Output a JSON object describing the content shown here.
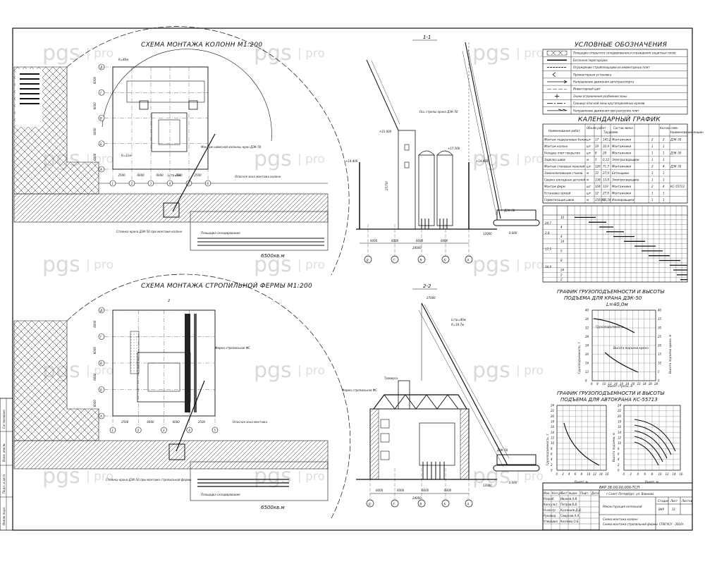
{
  "watermark": {
    "main": "pgs",
    "sub": "pro"
  },
  "plans": {
    "columns": {
      "title": "СХЕМА МОНТАЖА КОЛОНН М1:200",
      "axes_rows": [
        "Д",
        "Г",
        "В",
        "Б",
        "А"
      ],
      "axes_cols": [
        "1",
        "2",
        "3",
        "4",
        "5",
        "6"
      ],
      "row_dims": [
        "6000",
        "6000",
        "6000",
        "6000"
      ],
      "col_dims": [
        "2500",
        "6000",
        "6000",
        "2500",
        "2500"
      ],
      "radius_top": "R=40м",
      "radius_crane": "R=11м",
      "crane_parking": "Lстр=4м",
      "danger_zone": "6500кв.м",
      "note_column": "Монтаж навесной колонны кран ДЭК-50",
      "note_crane": "Стоянка крана ДЭК-50 при монтаже колонн",
      "note_storage": "Площадка складирования",
      "note_zone": "Опасная зона монтажа колонн"
    },
    "truss": {
      "title": "СХЕМА МОНТАЖА СТРОПИЛЬНОЙ ФЕРМЫ М1:200",
      "axes_rows": [
        "Д",
        "Г",
        "В",
        "Б",
        "А"
      ],
      "axes_cols": [
        "1",
        "2",
        "3",
        "4",
        "5"
      ],
      "row_dims": [
        "6000",
        "6000",
        "6000",
        "6000"
      ],
      "col_dims": [
        "2500",
        "6000",
        "6000",
        "2500"
      ],
      "section_mark": "2",
      "danger_zone": "6500кв.м",
      "note_truss": "Ферма стропильная ФС",
      "note_zone": "Опасная зона монтажа",
      "note_crane": "Стоянка крана ДЭК-50 при монтаже стропильной фермы",
      "note_storage": "Площадка складирования"
    }
  },
  "sections": {
    "s11": {
      "title": "1-1",
      "dims": [
        "6000",
        "6000",
        "6000",
        "6000",
        "12000"
      ],
      "total": "24000",
      "axes": [
        "Д",
        "Г",
        "В",
        "Б",
        "А"
      ],
      "elev_top": "+21.000",
      "elev_mid": "+17.500",
      "elev_left": "+14.400",
      "elev_right": "+14.400",
      "zero": "0.000",
      "crane": "ДЭК-50",
      "height_dim": "25750",
      "note": "Ось стрелы крана ДЭК-50"
    },
    "s22": {
      "title": "2-2",
      "dims": [
        "6000",
        "6000",
        "6000",
        "6000",
        "12000"
      ],
      "total": "24000",
      "axes": [
        "Д",
        "Г",
        "В",
        "Б",
        "А"
      ],
      "boom": "Lстр=40м",
      "reach": "R=18.7м",
      "crane": "ДЭК-50",
      "truss_label": "Ферма стропильная ФС",
      "traverse": "Траверса",
      "height": "27000",
      "zero": "0.000"
    }
  },
  "legend": {
    "title": "УСЛОВНЫЕ ОБОЗНАЧЕНИЯ",
    "items": [
      "Площадка открытого складирования и ограждения защитных полос",
      "Бетонная перегородка",
      "Ограждение стройплощадки из инвентарных плит",
      "Прожекторная установка",
      "Направление движения автотранспорта",
      "Инвентарный щит",
      "Знаки ограничения разбиения зоны",
      "Граница опасной зоны кругоподъемных кранов",
      "Направление движения при разгрузке плит"
    ]
  },
  "calendar": {
    "title": "КАЛЕНДАРНЫЙ ГРАФИК",
    "headers": [
      "Наименование работ",
      "Объем работ",
      "Трудоемк.",
      "Состав звена",
      "Кол-во смен",
      "Наименование машин"
    ],
    "rows": [
      {
        "name": "Монтаж подкрановых балок",
        "unit": "шт",
        "qty": "17",
        "labor": "145,2",
        "team": "Монтажники",
        "shifts": "2",
        "crew": "2",
        "machine": "ДЭК-50"
      },
      {
        "name": "Монтаж колонн",
        "unit": "шт",
        "qty": "19",
        "labor": "10,9",
        "team": "Монтажники",
        "shifts": "1",
        "crew": "1",
        "machine": ""
      },
      {
        "name": "Укладка плит покрытия",
        "unit": "шт",
        "qty": "8",
        "labor": "28",
        "team": "Монтажники",
        "shifts": "1",
        "crew": "1",
        "machine": "ДЭК-50"
      },
      {
        "name": "Заделка швов",
        "unit": "м",
        "qty": "5",
        "labor": "0,13",
        "team": "Электросварщики",
        "shifts": "1",
        "crew": "1",
        "machine": ""
      },
      {
        "name": "Монтаж стеновых панелей",
        "unit": "шт",
        "qty": "126",
        "labor": "71,7",
        "team": "Монтажники",
        "shifts": "2",
        "crew": "4",
        "machine": "ДЭК-50"
      },
      {
        "name": "Замоноличивание стыков",
        "unit": "м",
        "qty": "72",
        "labor": "27,9",
        "team": "Бетонщики",
        "shifts": "1",
        "crew": "1",
        "machine": ""
      },
      {
        "name": "Сварка закладных деталей",
        "unit": "м",
        "qty": "138",
        "labor": "13,8",
        "team": "Электросварщики",
        "shifts": "1",
        "crew": "1",
        "machine": ""
      },
      {
        "name": "Монтаж ферм",
        "unit": "шт",
        "qty": "104",
        "labor": "119",
        "team": "Монтажники",
        "shifts": "2",
        "crew": "4",
        "machine": "КС-55713"
      },
      {
        "name": "Установка связей",
        "unit": "шт",
        "qty": "12",
        "labor": "27,6",
        "team": "Монтажники",
        "shifts": "1",
        "crew": "1",
        "machine": ""
      },
      {
        "name": "Герметизация швов",
        "unit": "м",
        "qty": "158,46",
        "labor": "10,54",
        "team": "Изолировщики",
        "shifts": "1",
        "crew": "1",
        "machine": ""
      }
    ],
    "gantt_labels": [
      "24,7",
      "2,8",
      "17,5",
      "34,9"
    ],
    "gantt_days": [
      "10",
      "",
      "4",
      "",
      "4",
      "14",
      "",
      "5",
      "",
      "8",
      "",
      "24",
      "2",
      "2"
    ]
  },
  "graph1": {
    "title_line1": "ГРАФИК ГРУЗОПОДЪЕМНОСТИ И ВЫСОТЫ",
    "title_line2": "ПОДЪЕМА ДЛЯ КРАНА ДЭК-50",
    "subtitle": "L=40,0м",
    "ylabel_left": "Грузоподъемность, т",
    "ylabel_right": "Высота подъема крюка, м",
    "xlabel": "Вылет стрелы, м",
    "curve1": "Грузоподъемность",
    "curve2": "Высота подъема крюка",
    "xticks": [
      "6",
      "8",
      "10",
      "12",
      "14",
      "16",
      "18",
      "20",
      "22",
      "24",
      "26",
      "28"
    ],
    "yticks_left": [
      "40",
      "36",
      "32",
      "28",
      "24",
      "20",
      "16",
      "12",
      "8"
    ],
    "yticks_right": [
      "40",
      "35",
      "30",
      "25",
      "20",
      "15",
      "10",
      "5",
      "0"
    ]
  },
  "graph2": {
    "title_line1": "ГРАФИК ГРУЗОПОДЪЕМНОСТИ И ВЫСОТЫ",
    "title_line2": "ПОДЪЕМА ДЛЯ АВТОКРАНА КС-55713",
    "ylabel_left": "Грузоподъемность, т",
    "ylabel_right": "Высота подъема, м",
    "xlabel_left": "Вылет, м",
    "xlabel_right": "Вылет, м",
    "xticks": [
      "0",
      "2",
      "4",
      "6",
      "8",
      "10",
      "12",
      "14",
      "16"
    ],
    "yticks_left": [
      "24",
      "22",
      "20",
      "18",
      "16",
      "14",
      "12",
      "10",
      "8",
      "6",
      "4",
      "2",
      "0"
    ],
    "yticks_right": [
      "24",
      "22",
      "20",
      "18",
      "16",
      "14",
      "12",
      "10",
      "8",
      "6",
      "4",
      "2",
      "0"
    ]
  },
  "stamp": {
    "code": "ВКР 38.00.00.000-ТСП",
    "location": "г.Санкт-Петербург, ул. Воинова",
    "project": "Реконструкция котельной",
    "sheet_title_1": "Схема монтажа колонн",
    "sheet_title_2": "Схема монтажа стропильной фермы",
    "org": "СПбГАСУ - 2016г.",
    "stage_h": "Стадия",
    "sheet_h": "Лист",
    "sheets_h": "Листов",
    "stage": "ВКР",
    "sheet": "11",
    "roles": [
      "Изм.",
      "Кол.уч",
      "Лист",
      "№док",
      "Подп.",
      "Дата",
      "Разраб.",
      "Консульт.",
      "Н.контр.",
      "Руковод.",
      "Утвердил"
    ],
    "names": [
      "Иванов А.В.",
      "Петров В.В.",
      "Кузнецов Д.Д.",
      "Смирнов А.А.",
      "Козлова О.Б."
    ]
  },
  "left_strip": [
    "Инв.№ подл.",
    "Подп. и дата",
    "Взам. инв.№",
    "Согласовано"
  ]
}
